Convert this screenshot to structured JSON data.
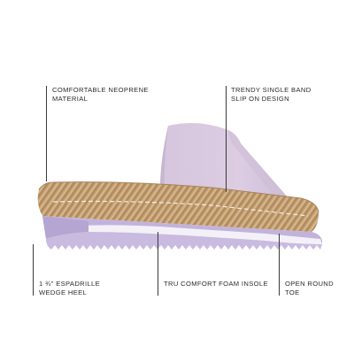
{
  "callouts": {
    "top_left": [
      "COMFORTABLE NEOPRENE",
      "MATERIAL"
    ],
    "top_right": [
      "TRENDY SINGLE BAND",
      "SLIP ON DESIGN"
    ],
    "bottom_left": [
      "1 ¾\" ESPADRILLE",
      "WEDGE HEEL"
    ],
    "bottom_middle": [
      "TRU COMFORT FOAM INSOLE"
    ],
    "bottom_right": [
      "OPEN ROUND",
      "TOE"
    ]
  },
  "colors": {
    "upper": "#d8c9df",
    "upper_shadow": "#c8b6d1",
    "insole": "#e3d3e6",
    "jute": "#c9a57a",
    "jute_dark": "#a88357",
    "sole_lilac": "#c2b3dc",
    "sole_white": "#f3f1f7",
    "tread": "#ffffff"
  }
}
